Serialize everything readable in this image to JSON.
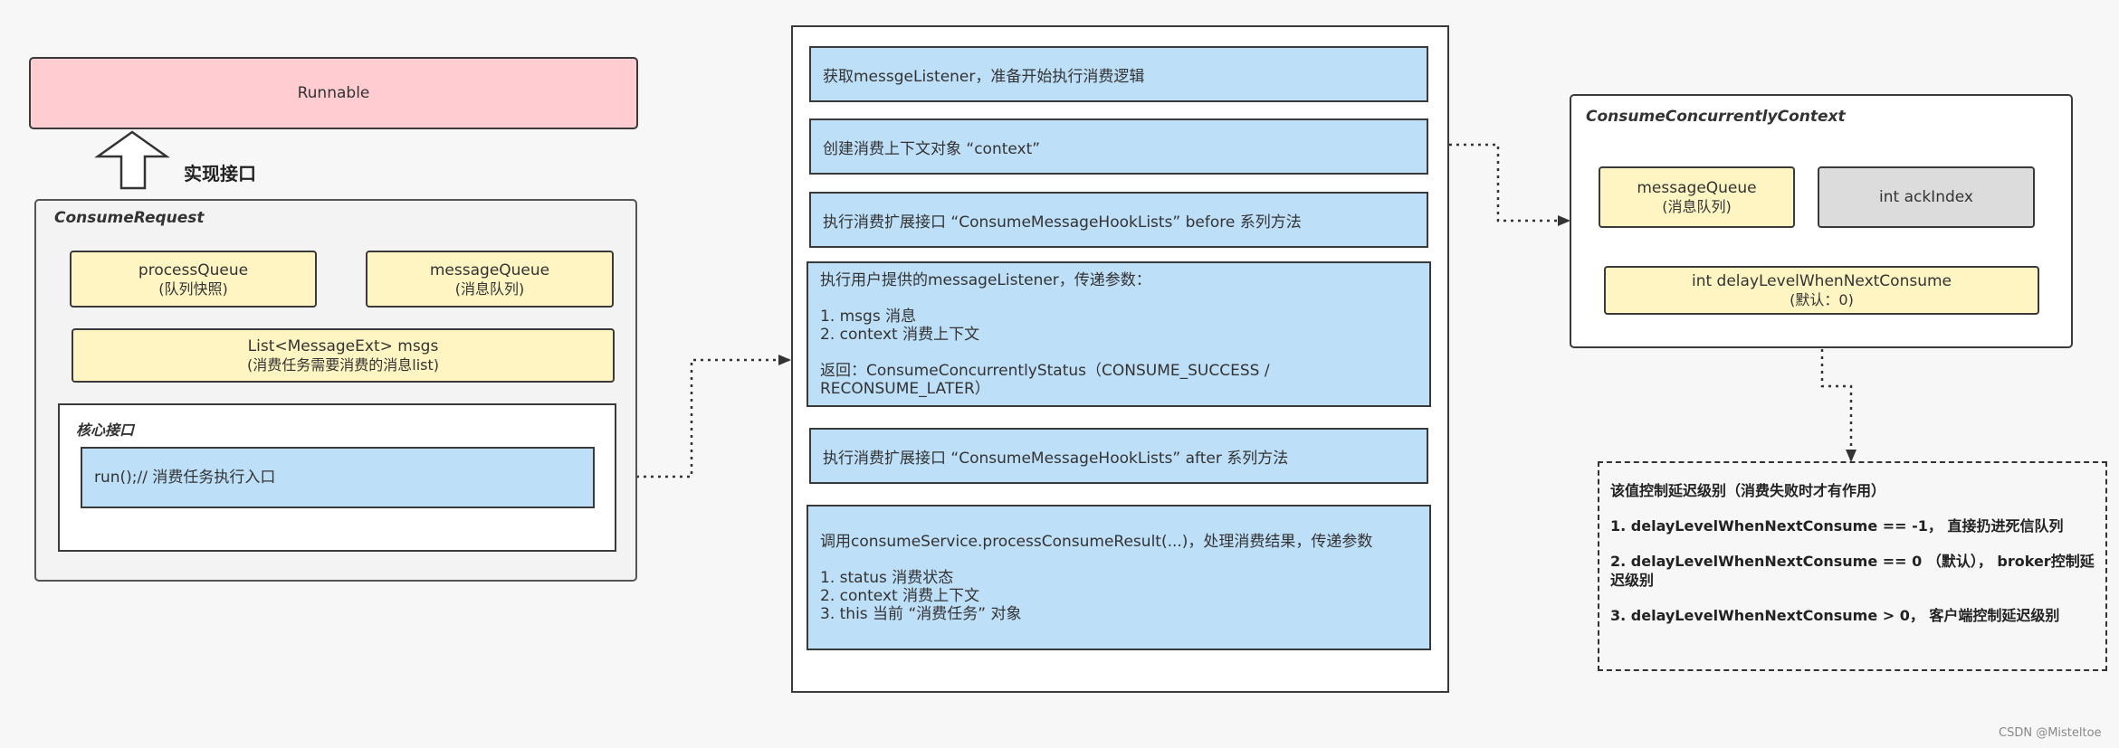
{
  "left": {
    "runnable": "Runnable",
    "implements_label": "实现接口",
    "consume_request": {
      "title": "ConsumeRequest",
      "process_queue": {
        "name": "processQueue",
        "desc": "(队列快照)"
      },
      "message_queue": {
        "name": "messageQueue",
        "desc": "(消息队列)"
      },
      "msgs": {
        "name": "List<MessageExt> msgs",
        "desc": "(消费任务需要消费的消息list)"
      },
      "core": {
        "title": "核心接口",
        "run": "run();// 消费任务执行入口"
      }
    }
  },
  "steps": [
    "获取messgeListener，准备开始执行消费逻辑",
    "创建消费上下文对象 “context”",
    "执行消费扩展接口 “ConsumeMessageHookLists” before 系列方法",
    "执行用户提供的messageListener，传递参数：\n\n1. msgs  消息\n2. context 消费上下文\n\n返回：ConsumeConcurrentlyStatus（CONSUME_SUCCESS /  RECONSUME_LATER）",
    "执行消费扩展接口 “ConsumeMessageHookLists” after 系列方法",
    "调用consumeService.processConsumeResult(...)，处理消费结果，传递参数\n\n1.  status 消费状态\n2.  context 消费上下文\n3.  this  当前 “消费任务” 对象"
  ],
  "context": {
    "title": "ConsumeConcurrentlyContext",
    "message_queue": {
      "name": "messageQueue",
      "desc": "(消息队列)"
    },
    "ack_index": "int ackIndex",
    "delay": {
      "name": "int delayLevelWhenNextConsume",
      "desc": "(默认：0)"
    }
  },
  "note": {
    "title": "该值控制延迟级别（消费失败时才有作用）",
    "items": [
      "1.  delayLevelWhenNextConsume == -1， 直接扔进死信队列",
      "2.  delayLevelWhenNextConsume == 0 （默认）， broker控制延迟级别",
      "3.  delayLevelWhenNextConsume > 0，  客户端控制延迟级别"
    ]
  },
  "watermark": "CSDN @Misteltoe",
  "colors": {
    "runnable_fill": "#ffccd1",
    "yellow_fill": "#fff5c2",
    "blue_fill": "#bedff8",
    "gray_fill": "#dcdcdc",
    "panel_fill": "#f3f3f3"
  }
}
